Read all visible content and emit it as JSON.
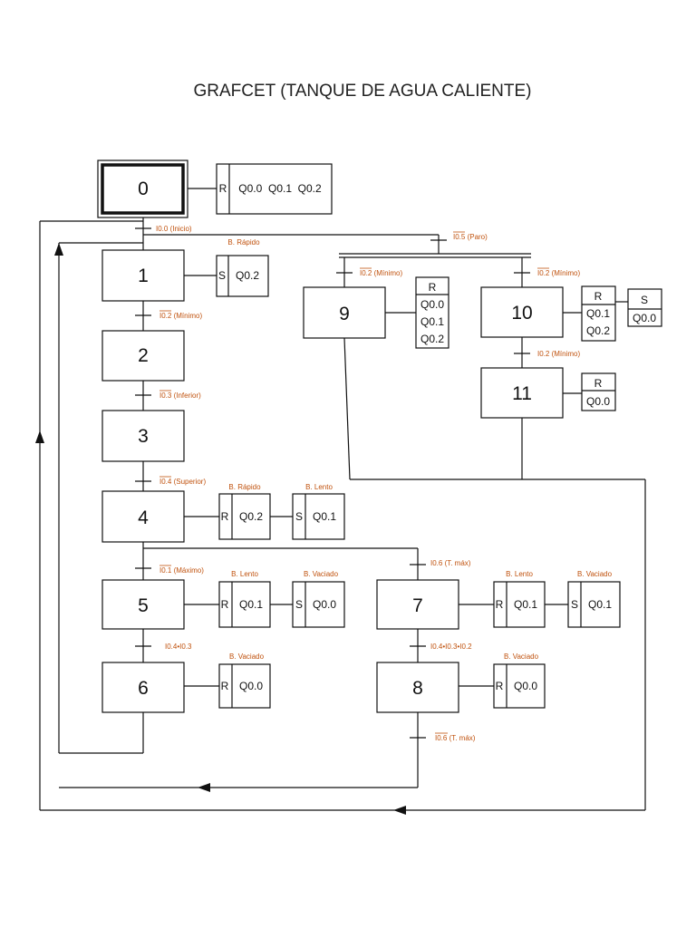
{
  "title": "GRAFCET (TANQUE DE AGUA CALIENTE)",
  "steps": [
    {
      "id": "0",
      "label": "0"
    },
    {
      "id": "1",
      "label": "1"
    },
    {
      "id": "2",
      "label": "2"
    },
    {
      "id": "3",
      "label": "3"
    },
    {
      "id": "4",
      "label": "4"
    },
    {
      "id": "5",
      "label": "5"
    },
    {
      "id": "6",
      "label": "6"
    },
    {
      "id": "7",
      "label": "7"
    },
    {
      "id": "8",
      "label": "8"
    },
    {
      "id": "9",
      "label": "9"
    },
    {
      "id": "10",
      "label": "10"
    },
    {
      "id": "11",
      "label": "11"
    }
  ],
  "transitions": {
    "t0": "I0.0 (Inicio)",
    "t1": "I0.2 (Mínimo)",
    "t2": "I0.3 (Inferior)",
    "t3": "I0.4 (Superior)",
    "t4": "I0.1 (Máximo)",
    "t5": "I0.4•I0.3",
    "t6": "I0.6 (T. máx)",
    "t7": "I0.4•I0.3•I0.2",
    "t8": "I0.6 (T. máx)",
    "tparo": "I0.5 (Paro)",
    "t9": "I0.2 (Mínimo)",
    "t10": "I0.2 (Mínimo)",
    "t10b": "I0.2 (Mínimo)"
  },
  "actions": {
    "a0": {
      "type": "R",
      "vars": "Q0.0  Q0.1  Q0.2"
    },
    "a1": {
      "note": "B. Rápido",
      "type": "S",
      "vars": "Q0.2"
    },
    "a4r": {
      "note": "B. Rápido",
      "type": "R",
      "vars": "Q0.2"
    },
    "a4s": {
      "note": "B. Lento",
      "type": "S",
      "vars": "Q0.1"
    },
    "a5r": {
      "note": "B. Lento",
      "type": "R",
      "vars": "Q0.1"
    },
    "a5s": {
      "note": "B. Vaciado",
      "type": "S",
      "vars": "Q0.0"
    },
    "a6": {
      "note": "B. Vaciado",
      "type": "R",
      "vars": "Q0.0"
    },
    "a7r": {
      "note": "B. Lento",
      "type": "R",
      "vars": "Q0.1"
    },
    "a7s": {
      "note": "B. Vaciado",
      "type": "S",
      "vars": "Q0.1"
    },
    "a8": {
      "note": "B. Vaciado",
      "type": "R",
      "vars": "Q0.0"
    },
    "a9": {
      "type": "R",
      "v1": "Q0.0",
      "v2": "Q0.1",
      "v3": "Q0.2"
    },
    "a10r": {
      "type": "R",
      "v1": "Q0.1",
      "v2": "Q0.2"
    },
    "a10s": {
      "type": "S",
      "v1": "Q0.0"
    },
    "a11": {
      "type": "R",
      "v1": "Q0.0"
    }
  }
}
